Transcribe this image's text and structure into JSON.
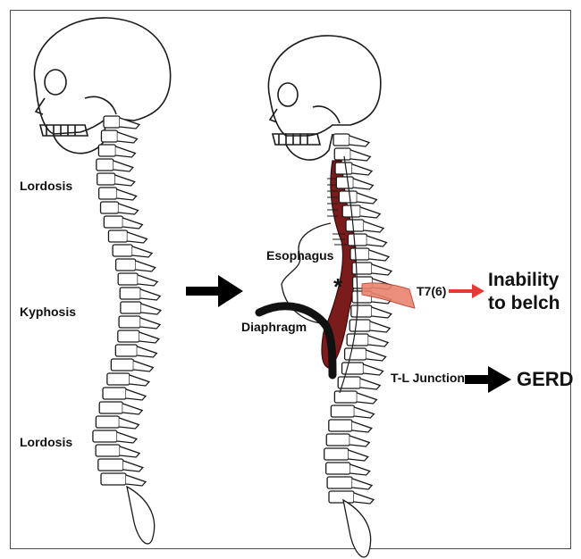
{
  "labels": {
    "lordosis_top": "Lordosis",
    "kyphosis": "Kyphosis",
    "lordosis_bottom": "Lordosis",
    "esophagus": "Esophagus",
    "diaphragm": "Diaphragm",
    "asterisk": "*",
    "t7": "T7(6)",
    "inability_line1": "Inability",
    "inability_line2": "to belch",
    "tl_junction": "T-L Junction",
    "gerd": "GERD"
  },
  "colors": {
    "line": "#1a1a1a",
    "esophagus_fill": "#7a1c1c",
    "t7_highlight": "#e8836d",
    "red_arrow": "#e53935",
    "black_arrow": "#000000"
  }
}
